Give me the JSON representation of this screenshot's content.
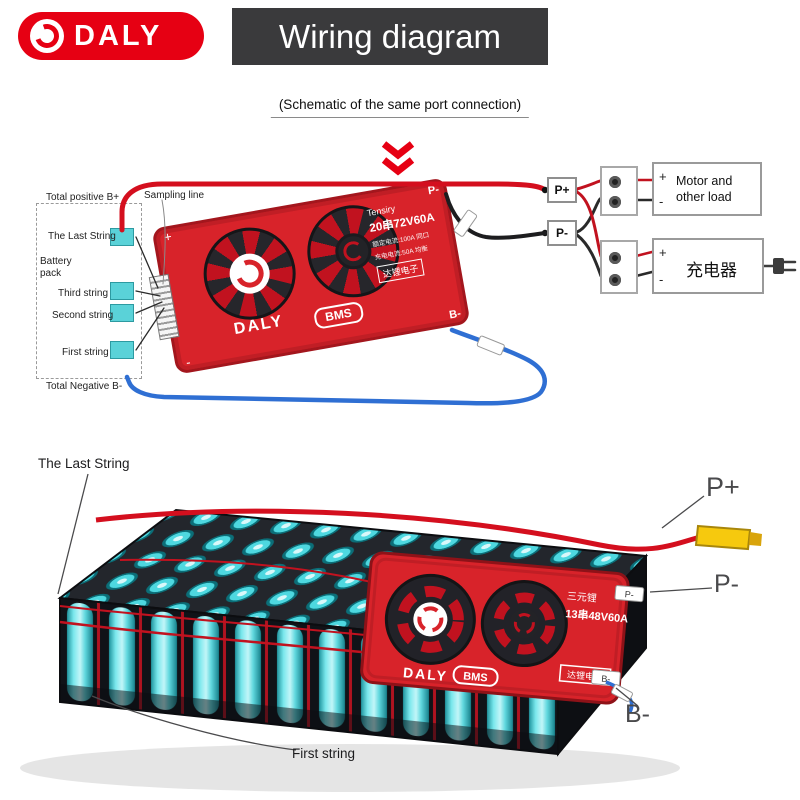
{
  "header": {
    "logo_text": "DALY",
    "title": "Wiring diagram",
    "subtitle": "(Schematic of the same port connection)"
  },
  "schematic": {
    "labels": {
      "total_positive": "Total positive B+",
      "sampling_line": "Sampling line",
      "last_string": "The Last String",
      "battery_pack": "Battery pack",
      "third_string": "Third string",
      "second_string": "Second string",
      "first_string": "First string",
      "total_negative": "Total Negative B-"
    },
    "bms": {
      "brand": "DALY",
      "badge": "BMS",
      "series": "Tensiry",
      "model": "20串72V60A",
      "spec1": "额定电流:100A 同口",
      "spec2": "充电电流:50A 均衡",
      "maker": "达锂电子",
      "pad_p": "P-",
      "pad_b": "B-",
      "plus": "+",
      "minus": "-"
    },
    "terminals": {
      "p_plus": "P+",
      "p_minus": "P-"
    },
    "load": {
      "plus": "+",
      "minus": "-",
      "text": "Motor and other load"
    },
    "charger": {
      "plus": "+",
      "minus": "-",
      "text": "充电器"
    }
  },
  "photo": {
    "labels": {
      "last_string": "The Last String",
      "p_plus": "P+",
      "p_minus": "P-",
      "b_minus": "B-",
      "first_string": "First string"
    },
    "bms": {
      "brand": "DALY",
      "badge": "BMS",
      "series": "三元锂",
      "model": "13串48V60A",
      "maker": "达锂电子",
      "tab_p": "P-",
      "tab_b": "B-"
    }
  }
}
